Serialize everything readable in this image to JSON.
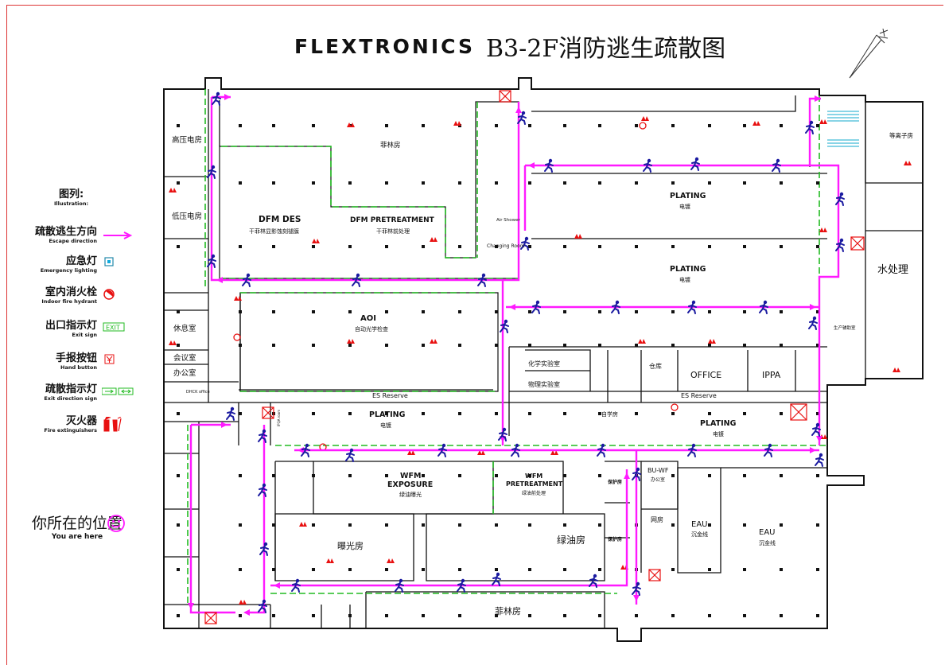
{
  "title": {
    "brand": "FLEXTRONICS",
    "plan": "B3-2F消防逃生疏散图"
  },
  "legend": {
    "heading_cn": "图列:",
    "heading_en": "Illustration:",
    "items": [
      {
        "cn": "疏散逃生方向",
        "en": "Escape direction",
        "symbol": "escape-arrow"
      },
      {
        "cn": "应急灯",
        "en": "Emergency lighting",
        "symbol": "emergency-light"
      },
      {
        "cn": "室内消火栓",
        "en": "Indoor fire hydrant",
        "symbol": "fire-hydrant"
      },
      {
        "cn": "出口指示灯",
        "en": "Exit sign",
        "symbol": "exit-sign",
        "symbol_text": "EXIT"
      },
      {
        "cn": "手报按钮",
        "en": "Hand button",
        "symbol": "hand-button"
      },
      {
        "cn": "疏散指示灯",
        "en": "Exit direction sign",
        "symbol": "direction-sign"
      },
      {
        "cn": "灭火器",
        "en": "Fire extinguishers",
        "symbol": "extinguisher"
      }
    ],
    "you_are_here_cn": "你所在的位置",
    "you_are_here_en": "You are here"
  },
  "rooms": {
    "high_voltage": "高压电房",
    "low_voltage": "低压电房",
    "filin_top": "菲林房",
    "dfm_des_en": "DFM DES",
    "dfm_des_cn": "干菲林显影蚀刻褪膜",
    "dfm_pre_en": "DFM PRETREATMENT",
    "dfm_pre_cn": "干菲林前处理",
    "air_shower": "Air Shower",
    "changing_room": "Changing Room",
    "plating_1_en": "PLATING",
    "plating_1_cn": "电镀",
    "plating_2_en": "PLATING",
    "plating_2_cn": "电镀",
    "plasma": "等离子房",
    "water": "水处理",
    "aoi_en": "AOI",
    "aoi_cn": "自动光学检查",
    "rest": "休息室",
    "meeting": "会议室",
    "office_cn": "办公室",
    "chem_lab": "化学实验室",
    "phys_lab": "物理实验室",
    "warehouse": "仓库",
    "office_en": "OFFICE",
    "ippa": "IPPA",
    "prod_office": "生产辅助室",
    "dhck": "DHCK office",
    "es_reserve_1": "ES Reserve",
    "es_reserve_2": "ES Reserve",
    "plating_3_en": "PLATING",
    "plating_3_cn": "电镀",
    "plating_4_en": "PLATING",
    "plating_4_cn": "电镀",
    "self_room": "自学房",
    "wfm_exp_en1": "WFM",
    "wfm_exp_en2": "EXPOSURE",
    "wfm_exp_cn": "绿油曝光",
    "wfm_pre_en1": "WFM",
    "wfm_pre_en2": "PRETREATMENT",
    "wfm_pre_cn": "绿油前处理",
    "exposure_room": "曝光房",
    "green_oil": "绿油房",
    "filin_bottom": "菲林房",
    "bu_wf_en": "BU-WF",
    "bu_wf_cn": "办公室",
    "net_room": "网房",
    "eau1_en": "EAU",
    "eau1_cn": "沉金线",
    "eau2_en": "EAU",
    "eau2_cn": "沉金线",
    "protect_1": "保护房",
    "protect_2": "保护房",
    "ipqa_small": "IPQA room"
  },
  "colors": {
    "route": "#ff1aff",
    "wall": "#111111",
    "door": "#22bb22",
    "fire": "#e81010",
    "runner": "#1a1aa0",
    "frame": "#dd3333"
  }
}
